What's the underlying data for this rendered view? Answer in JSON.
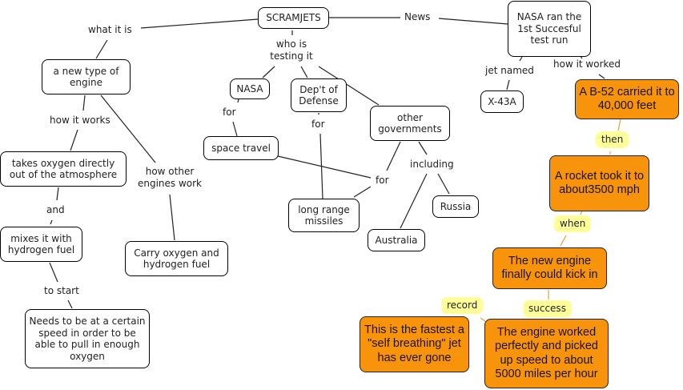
{
  "title": "SCRAMJETS concept map",
  "colors": {
    "concept_fill": "#ffffff",
    "highlight_fill": "#f7940c",
    "highlight_link_fill": "#ffff99",
    "line": "#222222",
    "highlight_line": "#e8a040"
  },
  "concepts": {
    "scramjets": "SCRAMJETS",
    "new_engine": "a new type of engine",
    "takes_oxygen": "takes oxygen directly out of the atmosphere",
    "mixes": "mixes it with hydrogen fuel",
    "needs_speed": "Needs to be at a certain speed in order to be able to pull in enough oxygen",
    "carry_oxygen": "Carry oxygen and hydrogen fuel",
    "nasa": "NASA",
    "dod": "Dep't of Defense",
    "other_gov": "other governments",
    "space_travel": "space travel",
    "missiles": "long range missiles",
    "russia": "Russia",
    "australia": "Australia",
    "nasa_ran": "NASA ran the 1st Succesful test run",
    "x43a": "X-43A",
    "b52": "A B-52 carried it to 40,000 feet",
    "rocket": "A rocket took it to about3500 mph",
    "kick_in": "The new engine finally could kick in",
    "fastest": "This is the fastest a \"self breathing\" jet has ever gone",
    "worked": "The engine worked perfectly and picked up speed to about 5000 miles per hour"
  },
  "links": {
    "what_it_is": "what it is",
    "news": "News",
    "who_testing": "who is testing it",
    "how_it_works": "how it works",
    "how_other": "how other engines work",
    "and": "and",
    "to_start": "to start",
    "for_nasa": "for",
    "for_dod": "for",
    "for_gov": "for",
    "including": "including",
    "jet_named": "jet named",
    "how_it_worked": "how it worked",
    "then": "then",
    "when": "when",
    "success": "success",
    "record": "record"
  }
}
